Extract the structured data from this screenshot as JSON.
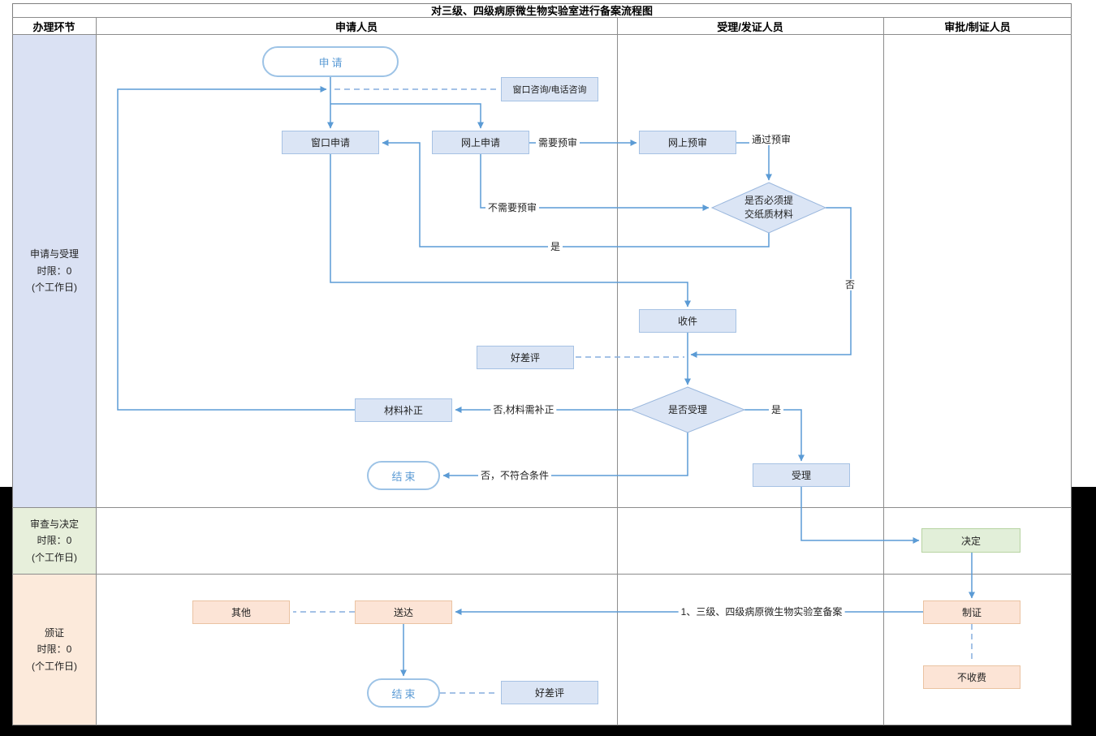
{
  "title": "对三级、四级病原微生物实验室进行备案流程图",
  "header": {
    "columns": [
      "办理环节",
      "申请人员",
      "受理/发证人员",
      "审批/制证人员"
    ]
  },
  "lanes": [
    {
      "label": "申请与受理\n时限：0\n(个工作日)",
      "color": "#dae1f3"
    },
    {
      "label": "审查与决定\n时限：0\n(个工作日)",
      "color": "#e7efdb"
    },
    {
      "label": "颁证\n时限：0\n(个工作日)",
      "color": "#fceadb"
    }
  ],
  "nodes": {
    "apply": {
      "label": "申请"
    },
    "consult": {
      "label": "窗口咨询/电话咨询"
    },
    "window_apply": {
      "label": "窗口申请"
    },
    "online_apply": {
      "label": "网上申请"
    },
    "online_review": {
      "label": "网上预审"
    },
    "paper_required": {
      "label": "是否必须提\n交纸质材料"
    },
    "receive": {
      "label": "收件"
    },
    "rating1": {
      "label": "好差评"
    },
    "accept_check": {
      "label": "是否受理"
    },
    "supplement": {
      "label": "材料补正"
    },
    "accept": {
      "label": "受理"
    },
    "end1": {
      "label": "结束"
    },
    "decide": {
      "label": "决定"
    },
    "certify": {
      "label": "制证"
    },
    "cert_item": {
      "label": "1、三级、四级病原微生物实验室备案"
    },
    "deliver": {
      "label": "送达"
    },
    "other": {
      "label": "其他"
    },
    "no_fee": {
      "label": "不收费"
    },
    "end2": {
      "label": "结束"
    },
    "rating2": {
      "label": "好差评"
    }
  },
  "edge_labels": {
    "need_review": "需要预审",
    "pass_review": "通过预审",
    "no_need_review": "不需要预审",
    "yes_paper": "是",
    "no_paper": "否",
    "no_supplement": "否,材料需补正",
    "yes_accept": "是",
    "no_reject": "否，不符合条件"
  },
  "colors": {
    "connector": "#5b9bd5",
    "node_blue": "#dbe5f5",
    "node_green": "#e2efd9",
    "node_orange": "#fce4d6",
    "lane_blue": "#dae1f3",
    "lane_green": "#e7efdb",
    "lane_orange": "#fceadb"
  }
}
